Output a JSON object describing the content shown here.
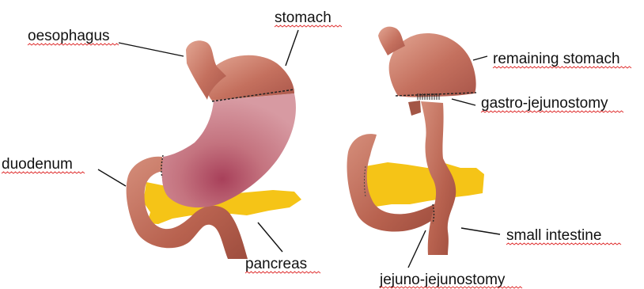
{
  "labels": {
    "oesophagus": "oesophagus",
    "stomach": "stomach",
    "duodenum": "duodenum",
    "pancreas": "pancreas",
    "remaining_stomach": "remaining stomach",
    "gastro_jejunostomy": "gastro-jejunostomy",
    "small_intestine": "small intestine",
    "jejuno_jejunostomy": "jejuno-jejunostomy"
  },
  "colors": {
    "stomach_pink": "#c97a86",
    "organ_brown": "#b8624f",
    "pancreas_yellow": "#f5c417",
    "spellcheck_red": "#e03030"
  }
}
